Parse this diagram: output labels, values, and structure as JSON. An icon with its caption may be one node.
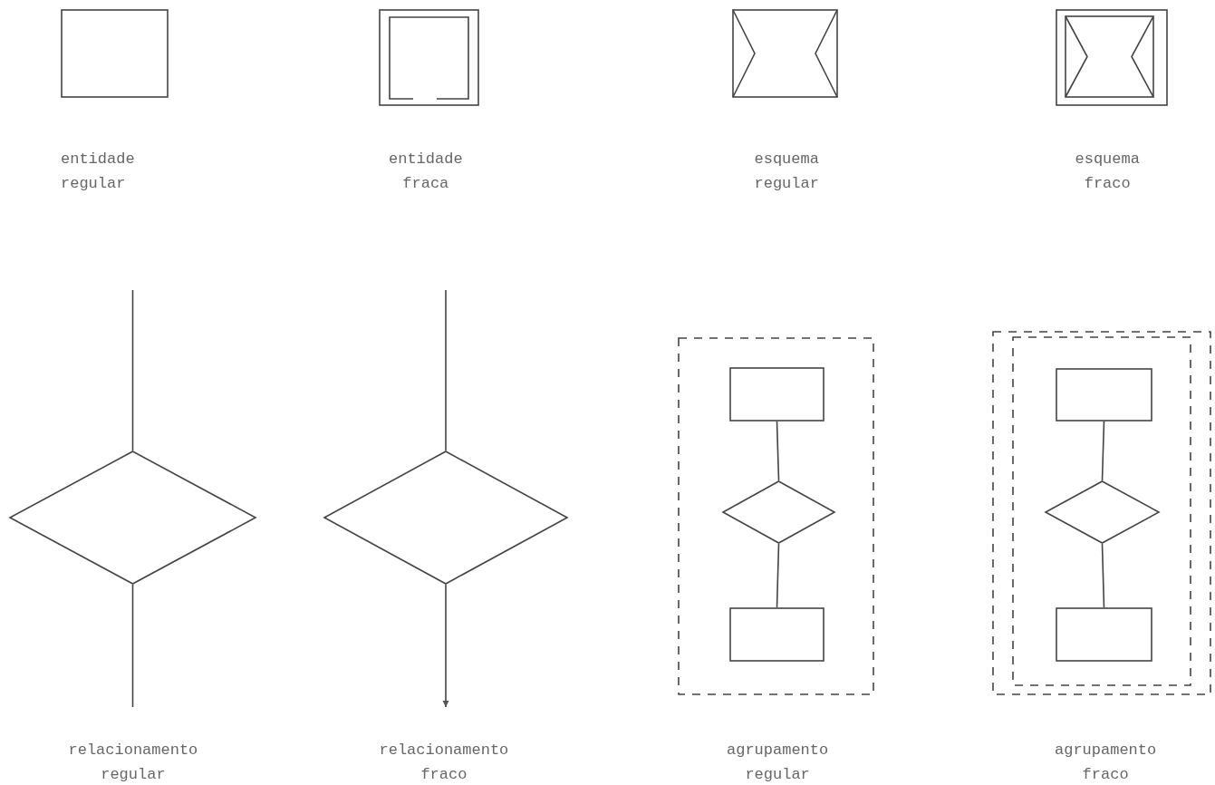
{
  "diagram": {
    "nodes": [
      {
        "text": [],
        "shape": "box",
        "beside": [
          "entidade regular"
        ]
      },
      {
        "text": [],
        "shape": "box",
        "beside": [
          "entidade fraca"
        ]
      },
      {
        "text": [],
        "shape": "box",
        "beside": [
          "esquema regular"
        ]
      },
      {
        "text": [],
        "shape": "box",
        "beside": [
          "esquema fraco"
        ]
      },
      {
        "text": [],
        "shape": "diamond"
      },
      {
        "text": [],
        "shape": "diamond"
      },
      {
        "text": [],
        "shape": "box",
        "beside": [
          "agrupamento regular"
        ]
      },
      {
        "text": [],
        "shape": "box",
        "in": 6
      },
      {
        "text": [],
        "shape": "diamond",
        "in": 6
      },
      {
        "text": [],
        "shape": "box",
        "in": 6
      },
      {
        "text": [],
        "shape": "box",
        "beside": [
          "agrupamento fraco"
        ]
      },
      {
        "text": [],
        "shape": "box",
        "in": 10
      },
      {
        "text": [],
        "shape": "diamond",
        "in": 10
      },
      {
        "text": [],
        "shape": "box",
        "in": 10
      }
    ],
    "edges": [
      {
        "from": null,
        "to": 4,
        "arrow": "none"
      },
      {
        "from": 4,
        "to": null,
        "arrow": "none"
      },
      {
        "from": null,
        "to": 5,
        "arrow": "none"
      },
      {
        "from": 5,
        "to": null,
        "arrow": "to"
      },
      {
        "from": 7,
        "to": 8,
        "arrow": "none"
      },
      {
        "from": 8,
        "to": 9,
        "arrow": "none"
      },
      {
        "from": 11,
        "to": 12,
        "arrow": "none"
      },
      {
        "from": 12,
        "to": 13,
        "arrow": "none"
      }
    ],
    "labels": [
      "relacionamento regular",
      "relacionamento fraco"
    ]
  }
}
